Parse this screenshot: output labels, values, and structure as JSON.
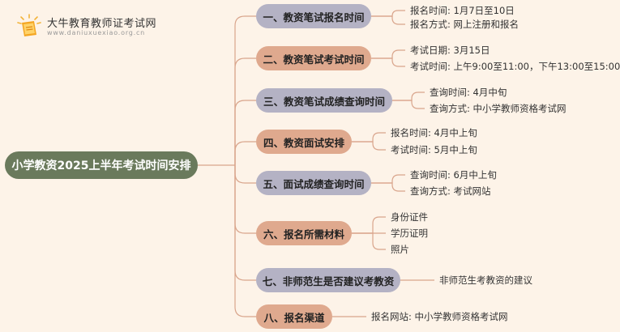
{
  "logo": {
    "title": "大牛教育教师证考试网",
    "url": "www.daniuxuexiao.org.cn"
  },
  "root": {
    "label": "小学教资2025上半年考试时间安排"
  },
  "branches": [
    {
      "label": "一、教资笔试报名时间",
      "children": [
        "报名时间: 1月7日至10日",
        "报名方式: 网上注册和报名"
      ]
    },
    {
      "label": "二、教资笔试考试时间",
      "children": [
        "考试日期: 3月15日",
        "考试时间: 上午9:00至11:00，下午13:00至15:00"
      ]
    },
    {
      "label": "三、教资笔试成绩查询时间",
      "children": [
        "查询时间: 4月中旬",
        "查询方式: 中小学教师资格考试网"
      ]
    },
    {
      "label": "四、教资面试安排",
      "children": [
        "报名时间: 4月中上旬",
        "考试时间: 5月中上旬"
      ]
    },
    {
      "label": "五、面试成绩查询时间",
      "children": [
        "查询时间: 6月中上旬",
        "查询方式: 考试网站"
      ]
    },
    {
      "label": "六、报名所需材料",
      "children": [
        "身份证件",
        "学历证明",
        "照片"
      ]
    },
    {
      "label": "七、非师范生是否建议考教资",
      "children": [
        "非师范生考教资的建议"
      ]
    },
    {
      "label": "八、报名渠道",
      "children": [
        "报名网站: 中小学教师资格考试网"
      ]
    }
  ]
}
